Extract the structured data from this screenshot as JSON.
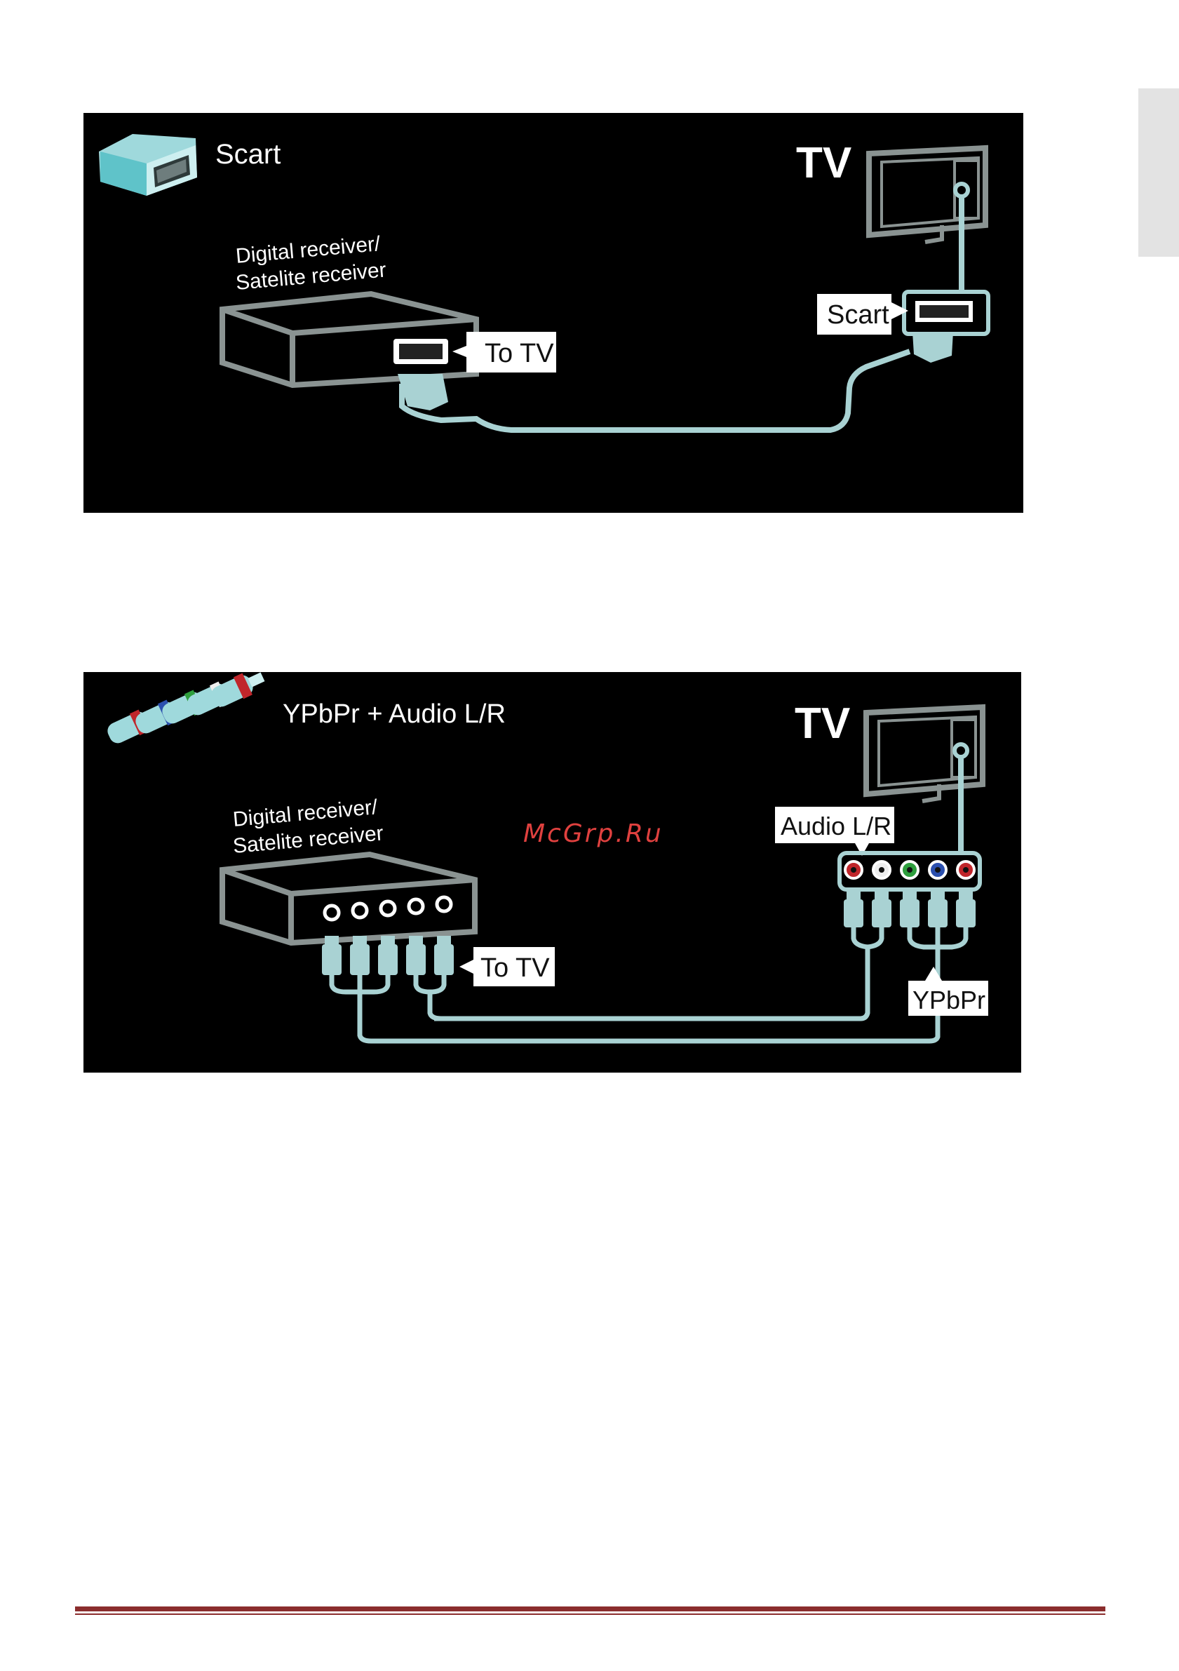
{
  "panels": {
    "scart": {
      "title": "Scart",
      "tv_label": "TV",
      "receiver_line1": "Digital receiver/",
      "receiver_line2": "Satelite receiver",
      "to_tv_label": "To TV",
      "port_label": "Scart"
    },
    "ypbpr": {
      "title": "YPbPr + Audio L/R",
      "tv_label": "TV",
      "receiver_line1": "Digital receiver/",
      "receiver_line2": "Satelite receiver",
      "to_tv_label": "To TV",
      "audio_label": "Audio L/R",
      "ypbpr_label": "YPbPr"
    }
  },
  "watermark": "McGrp.Ru",
  "colors": {
    "panel_bg": "#000000",
    "outline": "#8a9392",
    "cable": "#a9d2d3",
    "label_bg": "#ffffff",
    "jack_red": "#c0262b",
    "jack_white": "#eeeeee",
    "jack_green": "#2e9e3d",
    "jack_blue": "#2b4fae",
    "watermark": "#e0413f",
    "footer_line": "#8b2d2d",
    "side_tab": "#e3e3e3"
  },
  "icons": [
    "scart-connector-icon",
    "rca-connectors-icon",
    "tv-icon",
    "receiver-icon"
  ]
}
